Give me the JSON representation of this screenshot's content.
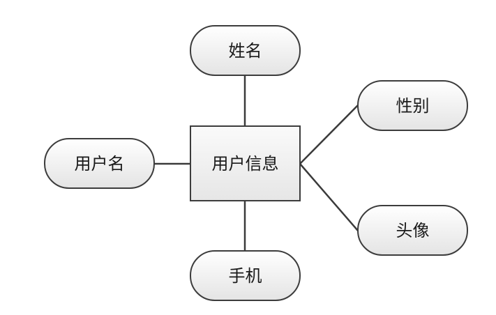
{
  "diagram": {
    "entity": {
      "label": "用户信息"
    },
    "attributes": {
      "name": "姓名",
      "gender": "性别",
      "username": "用户名",
      "avatar": "头像",
      "phone": "手机"
    }
  }
}
